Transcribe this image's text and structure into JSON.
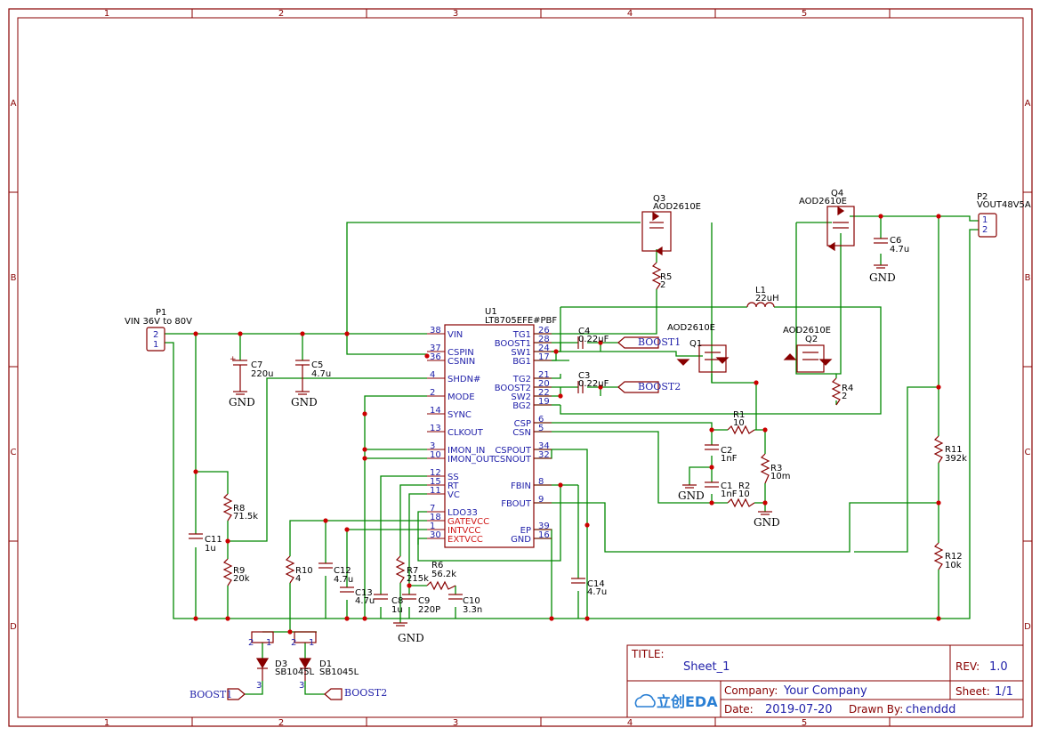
{
  "border": {
    "columns": [
      "1",
      "2",
      "3",
      "4",
      "5"
    ],
    "rows": [
      "A",
      "B",
      "C",
      "D"
    ]
  },
  "components": {
    "U1": {
      "ref": "U1",
      "value": "LT8705EFE#PBF"
    },
    "P1": {
      "ref": "P1",
      "value": "VIN 36V to 80V",
      "pins": [
        "2",
        "1"
      ]
    },
    "P2": {
      "ref": "P2",
      "value": "VOUT48V5A",
      "pins": [
        "1",
        "2"
      ]
    },
    "Q1": {
      "ref": "Q1",
      "value": "AOD2610E"
    },
    "Q2": {
      "ref": "Q2",
      "value": "AOD2610E"
    },
    "Q3": {
      "ref": "Q3",
      "value": "AOD2610E"
    },
    "Q4": {
      "ref": "Q4",
      "value": "AOD2610E"
    },
    "L1": {
      "ref": "L1",
      "value": "22uH"
    },
    "C1": {
      "ref": "C1",
      "value": "1nF"
    },
    "C2": {
      "ref": "C2",
      "value": "1nF"
    },
    "C3": {
      "ref": "C3",
      "value": "0.22uF"
    },
    "C4": {
      "ref": "C4",
      "value": "0.22uF"
    },
    "C5": {
      "ref": "C5",
      "value": "4.7u"
    },
    "C6": {
      "ref": "C6",
      "value": "4.7u"
    },
    "C7": {
      "ref": "C7",
      "value": "220u"
    },
    "C8": {
      "ref": "C8",
      "value": "1u"
    },
    "C9": {
      "ref": "C9",
      "value": "220P"
    },
    "C10": {
      "ref": "C10",
      "value": "3.3n"
    },
    "C11": {
      "ref": "C11",
      "value": "1u"
    },
    "C12": {
      "ref": "C12",
      "value": "4.7u"
    },
    "C13": {
      "ref": "C13",
      "value": "4.7u"
    },
    "C14": {
      "ref": "C14",
      "value": "4.7u"
    },
    "R1": {
      "ref": "R1",
      "value": "10"
    },
    "R2": {
      "ref": "R2",
      "value": "10"
    },
    "R3": {
      "ref": "R3",
      "value": "10m"
    },
    "R4": {
      "ref": "R4",
      "value": "2"
    },
    "R5": {
      "ref": "R5",
      "value": "2"
    },
    "R6": {
      "ref": "R6",
      "value": "56.2k"
    },
    "R7": {
      "ref": "R7",
      "value": "215k"
    },
    "R8": {
      "ref": "R8",
      "value": "71.5k"
    },
    "R9": {
      "ref": "R9",
      "value": "20k"
    },
    "R10": {
      "ref": "R10",
      "value": "4"
    },
    "R11": {
      "ref": "R11",
      "value": "392k"
    },
    "R12": {
      "ref": "R12",
      "value": "10k"
    },
    "D1": {
      "ref": "D1",
      "value": "SB1045L",
      "pins": [
        "2",
        "1",
        "3"
      ]
    },
    "D3": {
      "ref": "D3",
      "value": "SB1045L",
      "pins": [
        "2",
        "1",
        "3"
      ]
    }
  },
  "u1_left_pins": [
    {
      "num": "38",
      "name": "VIN"
    },
    {
      "num": "37",
      "name": "CSPIN"
    },
    {
      "num": "36",
      "name": "CSNIN"
    },
    {
      "num": "4",
      "name": "SHDN#"
    },
    {
      "num": "2",
      "name": "MODE"
    },
    {
      "num": "14",
      "name": "SYNC"
    },
    {
      "num": "13",
      "name": "CLKOUT"
    },
    {
      "num": "3",
      "name": "IMON_IN"
    },
    {
      "num": "10",
      "name": "IMON_OUT"
    },
    {
      "num": "12",
      "name": "SS"
    },
    {
      "num": "15",
      "name": "RT"
    },
    {
      "num": "11",
      "name": "VC"
    },
    {
      "num": "7",
      "name": "LDO33"
    },
    {
      "num": "18",
      "name": "GATEVCC"
    },
    {
      "num": "1",
      "name": "INTVCC"
    },
    {
      "num": "30",
      "name": "EXTVCC"
    }
  ],
  "u1_right_pins": [
    {
      "num": "26",
      "name": "TG1"
    },
    {
      "num": "28",
      "name": "BOOST1"
    },
    {
      "num": "24",
      "name": "SW1"
    },
    {
      "num": "17",
      "name": "BG1"
    },
    {
      "num": "21",
      "name": "TG2"
    },
    {
      "num": "20",
      "name": "BOOST2"
    },
    {
      "num": "22",
      "name": "SW2"
    },
    {
      "num": "19",
      "name": "BG2"
    },
    {
      "num": "6",
      "name": "CSP"
    },
    {
      "num": "5",
      "name": "CSN"
    },
    {
      "num": "34",
      "name": "CSPOUT"
    },
    {
      "num": "32",
      "name": "CSNOUT"
    },
    {
      "num": "8",
      "name": "FBIN"
    },
    {
      "num": "9",
      "name": "FBOUT"
    },
    {
      "num": "39",
      "name": "EP"
    },
    {
      "num": "16",
      "name": "GND"
    }
  ],
  "net_labels": {
    "boost1": "BOOST1",
    "boost2": "BOOST2",
    "gnd": "GND"
  },
  "title_block": {
    "title_label": "TITLE:",
    "title": "Sheet_1",
    "rev_label": "REV:",
    "rev": "1.0",
    "company_label": "Company:",
    "company": "Your Company",
    "sheet_label": "Sheet:",
    "sheet": "1/1",
    "date_label": "Date:",
    "date": "2019-07-20",
    "drawn_label": "Drawn By:",
    "drawn_by": "chenddd",
    "logo_text": "立创EDA"
  },
  "colors": {
    "border": "#880000",
    "wire": "#008800",
    "pin_text": "#2222aa",
    "power_pin_text": "#d01818",
    "junction": "#cc0000"
  }
}
